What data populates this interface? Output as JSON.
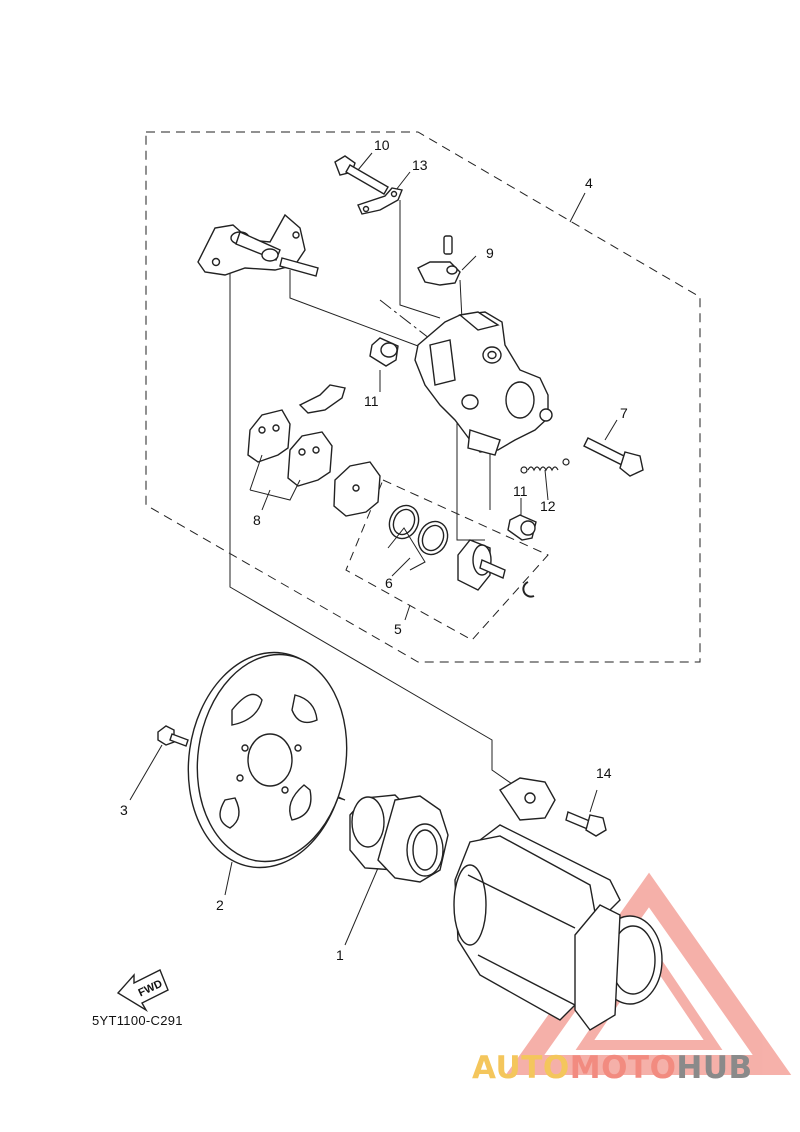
{
  "diagram": {
    "code": "5YT1100-C291",
    "fwd_label": "FWD",
    "callouts": [
      "1",
      "2",
      "3",
      "4",
      "5",
      "6",
      "7",
      "8",
      "9",
      "10",
      "11",
      "11",
      "12",
      "13",
      "14"
    ]
  },
  "watermark": {
    "part1": "AUTO",
    "part2": "MOTO",
    "part3": "HUB",
    "colors": {
      "auto": "#f4c65c",
      "moto": "#f28b80",
      "hub": "#8a8a8a",
      "triangle": "#f4a39b"
    }
  }
}
